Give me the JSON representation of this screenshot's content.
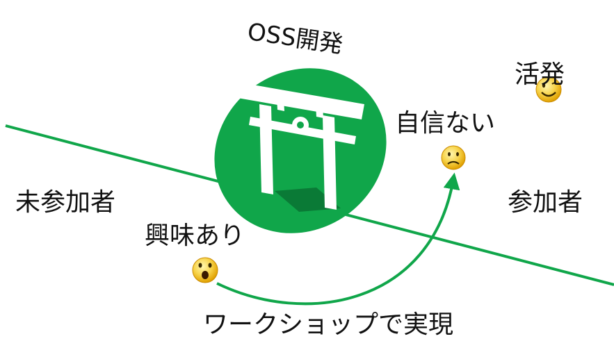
{
  "title": "OSS開発",
  "labels": {
    "active": "活発",
    "not_confident": "自信ない",
    "non_participant": "未参加者",
    "participant": "参加者",
    "interested": "興味あり",
    "workshop": "ワークショップで実現"
  },
  "icons": {
    "logo": "torii-gate-icon",
    "smile": "smile-face-icon",
    "worried": "worried-face-icon",
    "surprised": "surprised-face-icon"
  },
  "colors": {
    "accent": "#10a64a",
    "face": "#f5c518",
    "text": "#111111"
  }
}
